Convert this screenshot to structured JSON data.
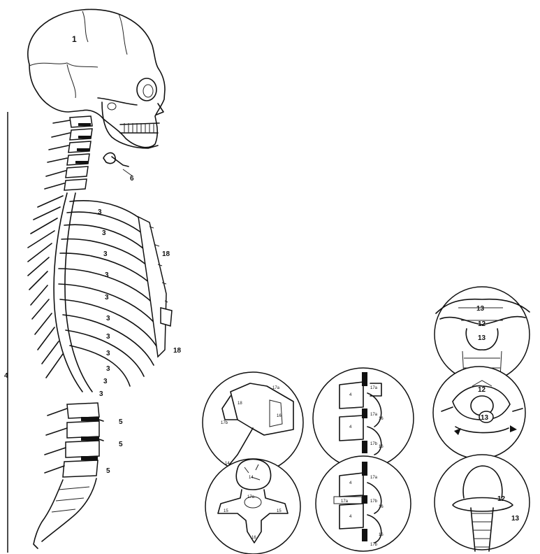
{
  "labels": {
    "skull": "1",
    "hyoid": "6",
    "ribs": [
      "3",
      "3",
      "3",
      "3",
      "3",
      "3",
      "3",
      "3",
      "3",
      "3",
      "3"
    ],
    "sternum_upper": "18",
    "sternum_lower": "18",
    "spine_length": "4",
    "lumbar": [
      "5",
      "5",
      "5"
    ],
    "lateral_vert": [
      "17a",
      "18",
      "17b",
      "14",
      "16"
    ],
    "top_vert": [
      "14",
      "17a",
      "15",
      "16",
      "15"
    ],
    "seg_top": [
      "17a",
      "4",
      "17a",
      "16",
      "4",
      "17b",
      "16"
    ],
    "seg_bot": [
      "4",
      "17a",
      "17a",
      "17b",
      "16",
      "4",
      "16",
      "17b"
    ],
    "atlas_back": [
      "13",
      "12",
      "13"
    ],
    "atlas_top": [
      "12",
      "13"
    ],
    "atlas_front": [
      "12",
      "13"
    ]
  }
}
